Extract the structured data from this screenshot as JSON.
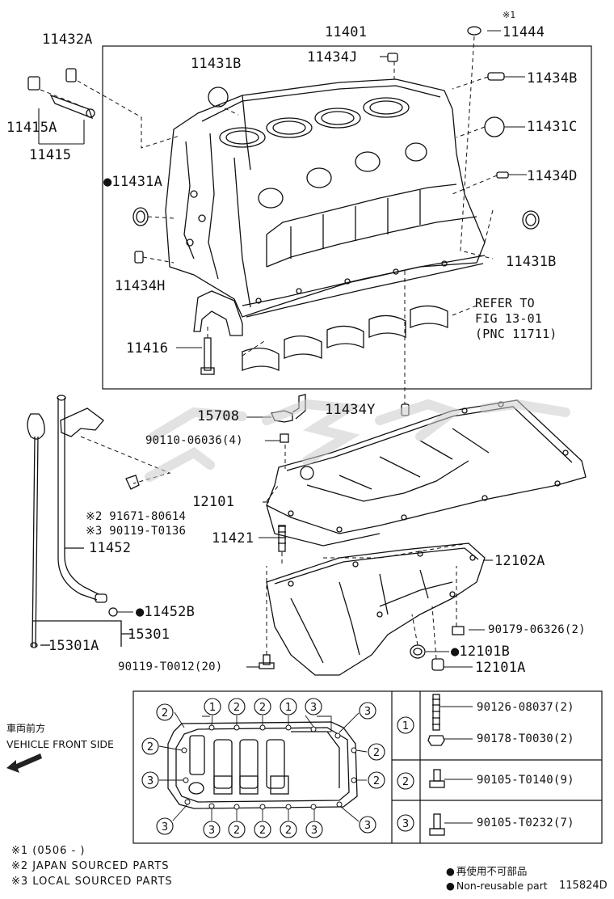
{
  "labels": {
    "block_assembly": "11401",
    "plug_11444": "11444",
    "note_mark_1": "※1",
    "stud_11432a": "11432A",
    "pin_11434j": "11434J",
    "plug_11431b_top": "11431B",
    "pin_11434b": "11434B",
    "plug_11431c": "11431C",
    "plug_11431a": "●11431A",
    "pin_11434d": "11434D",
    "seal_11431b": "11431B",
    "pin_11434h": "11434H",
    "bolt_11415a": "11415A",
    "bolt_11415": "11415",
    "bolt_11416": "11416",
    "refer_line1": "REFER TO",
    "refer_line2": "FIG 13-01",
    "refer_line3": "(PNC 11711)",
    "pin_11434y": "11434Y",
    "bracket_15708": "15708",
    "bolt_90110": "90110-06036(4)",
    "oil_pan_12101": "12101",
    "stud_11421": "11421",
    "japan_part": "※2 91671-80614",
    "local_part": "※3 90119-T0136",
    "guide_11452": "11452",
    "oring_11452b": "●11452B",
    "gauge_15301": "15301",
    "gauge_15301a": "15301A",
    "oil_pan_12102a": "12102A",
    "nut_90179": "90179-06326(2)",
    "gasket_12101b": "●12101B",
    "plug_12101a": "12101A",
    "bolt_90119": "90119-T0012(20)"
  },
  "inset": {
    "jp_front": "車両前方",
    "vehicle_front": "VEHICLE FRONT SIDE",
    "keys": [
      "1",
      "2",
      "3"
    ],
    "parts": [
      {
        "key": "1",
        "items": [
          "90126-08037(2)",
          "90178-T0030(2)"
        ]
      },
      {
        "key": "2",
        "items": [
          "90105-T0140(9)"
        ]
      },
      {
        "key": "3",
        "items": [
          "90105-T0232(7)"
        ]
      }
    ],
    "top_numbers": [
      "2",
      "1",
      "2",
      "2",
      "1",
      "3",
      "3"
    ],
    "left_numbers": [
      "2",
      "3",
      "3"
    ],
    "right_numbers": [
      "2",
      "2"
    ],
    "bottom_numbers": [
      "3",
      "2",
      "2",
      "2",
      "3",
      "3"
    ]
  },
  "footnotes": {
    "note1": "※1 (0506 -       )",
    "note2": "※2 JAPAN SOURCED PARTS",
    "note3": "※3 LOCAL SOURCED PARTS"
  },
  "legend": {
    "jp_nonreusable": "再使用不可部品",
    "nonreusable": "Non-reusable part"
  },
  "figure_code": "115824D"
}
